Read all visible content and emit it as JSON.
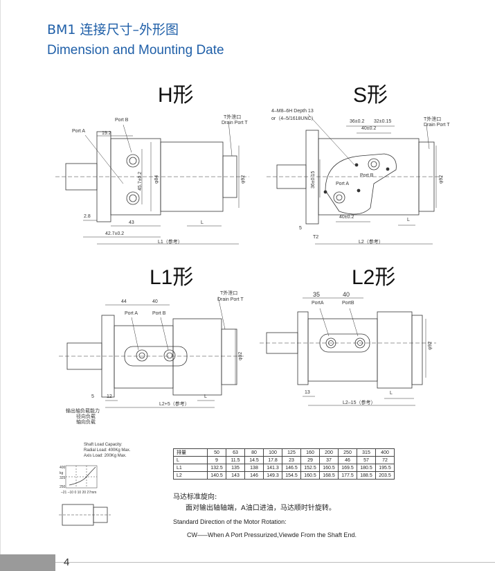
{
  "header": {
    "title_cn": "BM1 连接尺寸–外形图",
    "title_en": "Dimension and Mounting Date"
  },
  "figures": {
    "h": {
      "title": "H形",
      "port_a": "Port A",
      "port_b": "Port B",
      "drain_cn": "T外泄口",
      "drain_en": "Drain Port T",
      "d1": "19.2",
      "d2": "45.7±0.2",
      "d3": "φ84",
      "d4": "φ92",
      "d5": "2.8",
      "d6": "43",
      "d7": "L",
      "d8": "42.7±0.2",
      "d9": "L1（参考）"
    },
    "s": {
      "title": "S形",
      "thread1": "4–M8–6H Depth 13",
      "thread2": "or（4–5/1618UNC）",
      "port_a": "Port A",
      "port_b": "Port B",
      "drain_cn": "T外泄口",
      "drain_en": "Drain Port T",
      "d1": "36±0.2",
      "d2": "32±0.15",
      "d3": "40±0.2",
      "d4": "36±0.15",
      "d5": "φ92",
      "d6": "40±0.2",
      "d7": "L",
      "d8": "5",
      "d9": "T2",
      "d10": "L2（参考）"
    },
    "l1": {
      "title": "L1形",
      "port_a": "Port A",
      "port_b": "Port B",
      "drain_cn": "T外泄口",
      "drain_en": "Drain Port T",
      "d1": "44",
      "d2": "40",
      "d3": "φ92",
      "d4": "5",
      "d5": "12",
      "d6": "L",
      "d7": "L2+5（参考）"
    },
    "l2": {
      "title": "L2形",
      "port_a": "PortA",
      "port_b": "PortB",
      "d1": "35",
      "d2": "40",
      "d3": "φ92",
      "d4": "13",
      "d5": "L",
      "d6": "L2–15（参考）"
    }
  },
  "load_labels": {
    "l1": "输出轴负载能力",
    "l2": "径向负载",
    "l3": "轴向负载"
  },
  "shaft_load": {
    "line1": "Shaft Load Capacity:",
    "line2": "Radial Load: 400Kg Max.",
    "line3": "Axis Load: 200Kg Max.",
    "y_ticks": [
      "400",
      "kg",
      "325",
      "250"
    ],
    "x_ticks": "–21 –10  0  10  20 27mm"
  },
  "spec_table": {
    "header": [
      "排量",
      "50",
      "63",
      "80",
      "100",
      "125",
      "160",
      "200",
      "250",
      "315",
      "400"
    ],
    "rows": [
      [
        "L",
        "9",
        "11.5",
        "14.5",
        "17.8",
        "23",
        "29",
        "37",
        "46",
        "57",
        "72"
      ],
      [
        "L1",
        "132.5",
        "135",
        "138",
        "141.3",
        "146.5",
        "152.5",
        "160.5",
        "169.5",
        "180.5",
        "195.5"
      ],
      [
        "L2",
        "140.5",
        "143",
        "146",
        "149.3",
        "154.5",
        "160.5",
        "168.5",
        "177.5",
        "188.5",
        "203.5"
      ]
    ]
  },
  "rotation": {
    "cn_title": "马达标准旋向:",
    "cn_text": "面对输出轴轴端，A油口进油，马达顺时针旋转。",
    "en_title": "Standard Direction of the Motor Rotation:",
    "en_text": "CW–––When A Port Pressurized,Viewde From the Shaft End."
  },
  "page": {
    "number": "4"
  }
}
